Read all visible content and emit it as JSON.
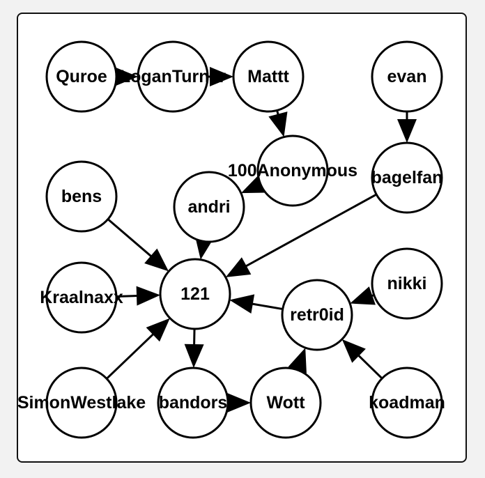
{
  "graph": {
    "nodes": [
      {
        "id": "quroe",
        "label": "Quroe"
      },
      {
        "id": "logan",
        "label": "LoganTurner"
      },
      {
        "id": "mattt",
        "label": "Mattt"
      },
      {
        "id": "evan",
        "label": "evan"
      },
      {
        "id": "anon",
        "label": "100Anonymous"
      },
      {
        "id": "bagel",
        "label": "bagelfan"
      },
      {
        "id": "bens",
        "label": "bens"
      },
      {
        "id": "andri",
        "label": "andri"
      },
      {
        "id": "n121",
        "label": "121"
      },
      {
        "id": "kraal",
        "label": "Kraalnaxx"
      },
      {
        "id": "nikki",
        "label": "nikki"
      },
      {
        "id": "retro",
        "label": "retr0id"
      },
      {
        "id": "simon",
        "label": "SimonWestlake"
      },
      {
        "id": "bandors",
        "label": "bandors"
      },
      {
        "id": "wott",
        "label": "Wott"
      },
      {
        "id": "koad",
        "label": "koadman"
      }
    ],
    "edges": [
      {
        "from": "quroe",
        "to": "logan"
      },
      {
        "from": "logan",
        "to": "mattt"
      },
      {
        "from": "mattt",
        "to": "anon"
      },
      {
        "from": "evan",
        "to": "bagel"
      },
      {
        "from": "anon",
        "to": "andri"
      },
      {
        "from": "andri",
        "to": "n121"
      },
      {
        "from": "bagel",
        "to": "n121"
      },
      {
        "from": "bens",
        "to": "n121"
      },
      {
        "from": "kraal",
        "to": "n121"
      },
      {
        "from": "simon",
        "to": "n121"
      },
      {
        "from": "retro",
        "to": "n121"
      },
      {
        "from": "n121",
        "to": "bandors"
      },
      {
        "from": "bandors",
        "to": "wott"
      },
      {
        "from": "wott",
        "to": "retro"
      },
      {
        "from": "nikki",
        "to": "retro"
      },
      {
        "from": "koad",
        "to": "retro"
      }
    ]
  }
}
